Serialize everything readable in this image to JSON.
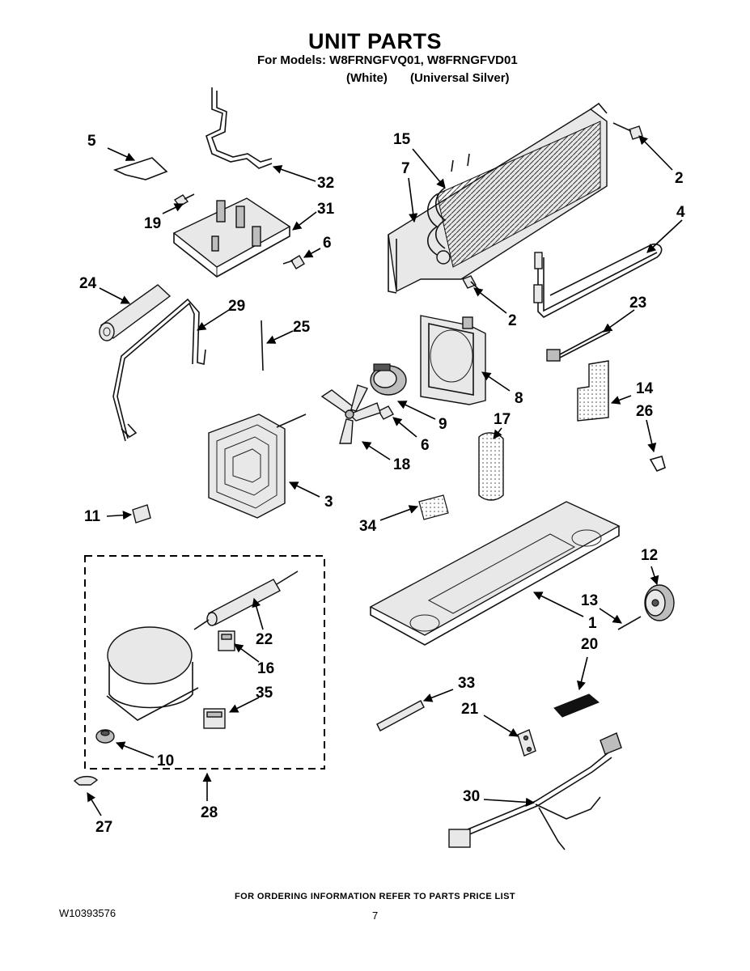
{
  "header": {
    "title": "UNIT PARTS",
    "models": "For Models: W8FRNGFVQ01, W8FRNGFVD01",
    "variant_1": "(White)",
    "variant_2": "(Universal Silver)"
  },
  "callouts": [
    "5",
    "32",
    "19",
    "31",
    "6",
    "24",
    "29",
    "25",
    "15",
    "7",
    "2",
    "4",
    "2",
    "23",
    "8",
    "9",
    "6",
    "17",
    "14",
    "26",
    "18",
    "3",
    "11",
    "34",
    "12",
    "13",
    "1",
    "20",
    "22",
    "16",
    "35",
    "10",
    "28",
    "27",
    "33",
    "21",
    "30"
  ],
  "footer": {
    "ordering_note": "FOR ORDERING INFORMATION REFER TO PARTS PRICE LIST",
    "document_number": "W10393576",
    "page_number": "7"
  }
}
